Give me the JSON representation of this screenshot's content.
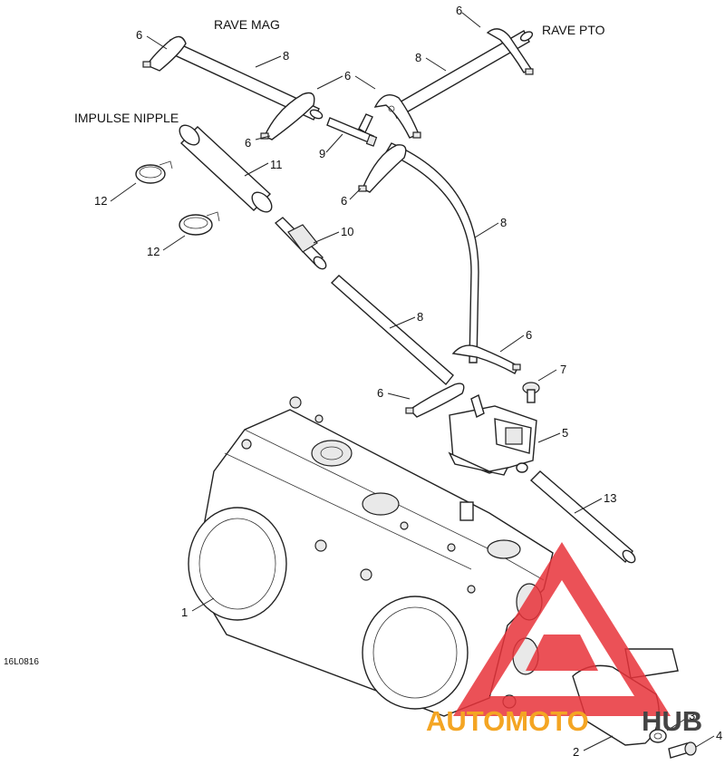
{
  "labels": {
    "rave_mag": "RAVE MAG",
    "rave_pto": "RAVE PTO",
    "impulse_nipple": "IMPULSE NIPPLE"
  },
  "drawing_code": "16L0816",
  "callouts": [
    "6",
    "8",
    "6",
    "8",
    "6",
    "6",
    "9",
    "11",
    "12",
    "12",
    "10",
    "6",
    "8",
    "8",
    "6",
    "6",
    "7",
    "5",
    "13",
    "1",
    "2",
    "3",
    "4"
  ],
  "watermark": {
    "auto": "AUTOMOTO",
    "hub": "HUB",
    "colors": {
      "triangle": "#e8333a",
      "auto": "#f4a523",
      "hub": "#444444"
    }
  }
}
